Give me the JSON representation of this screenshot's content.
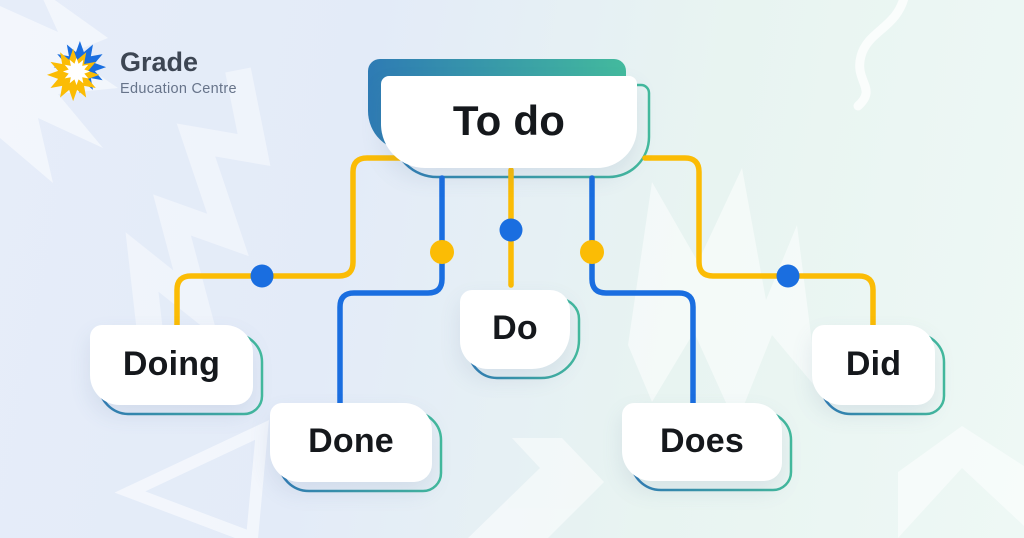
{
  "brand": {
    "name": "Grade",
    "tagline": "Education Centre"
  },
  "diagram": {
    "title_node": {
      "label": "To do"
    },
    "children": [
      {
        "id": "doing",
        "label": "Doing"
      },
      {
        "id": "done",
        "label": "Done"
      },
      {
        "id": "do",
        "label": "Do"
      },
      {
        "id": "does",
        "label": "Does"
      },
      {
        "id": "did",
        "label": "Did"
      }
    ]
  },
  "colors": {
    "accent_yellow": "#FBBC05",
    "accent_blue": "#1A6EE0",
    "gradient_start": "#2E7BB4",
    "gradient_end": "#43BA9D",
    "card_text": "#15181C",
    "brand_text": "#3D4653",
    "brand_subtext": "#67748A"
  }
}
